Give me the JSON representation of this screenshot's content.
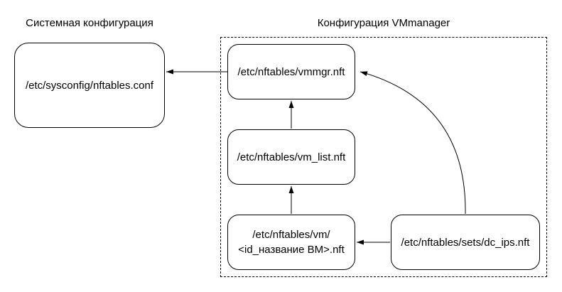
{
  "labels": {
    "system": "Системная конфигурация",
    "vmmanager": "Конфигурация VMmanager"
  },
  "nodes": {
    "sysconfig": {
      "label": "/etc/sysconfig/nftables.conf"
    },
    "vmmgr": {
      "label": "/etc/nftables/vmmgr.nft"
    },
    "vm_list": {
      "label": "/etc/nftables/vm_list.nft"
    },
    "vm_id": {
      "line1": "/etc/nftables/vm/",
      "line2": "<id_название ВМ>.nft"
    },
    "dc_ips": {
      "label": "/etc/nftables/sets/dc_ips.nft"
    }
  },
  "edges": [
    {
      "from": "vmmgr",
      "to": "sysconfig",
      "type": "straight"
    },
    {
      "from": "vm_list",
      "to": "vmmgr",
      "type": "straight"
    },
    {
      "from": "vm_id",
      "to": "vm_list",
      "type": "straight"
    },
    {
      "from": "dc_ips",
      "to": "vm_id",
      "type": "straight"
    },
    {
      "from": "dc_ips",
      "to": "vmmgr",
      "type": "curved"
    }
  ],
  "colors": {
    "background": "#ffffff",
    "stroke": "#000000",
    "text": "#000000"
  }
}
